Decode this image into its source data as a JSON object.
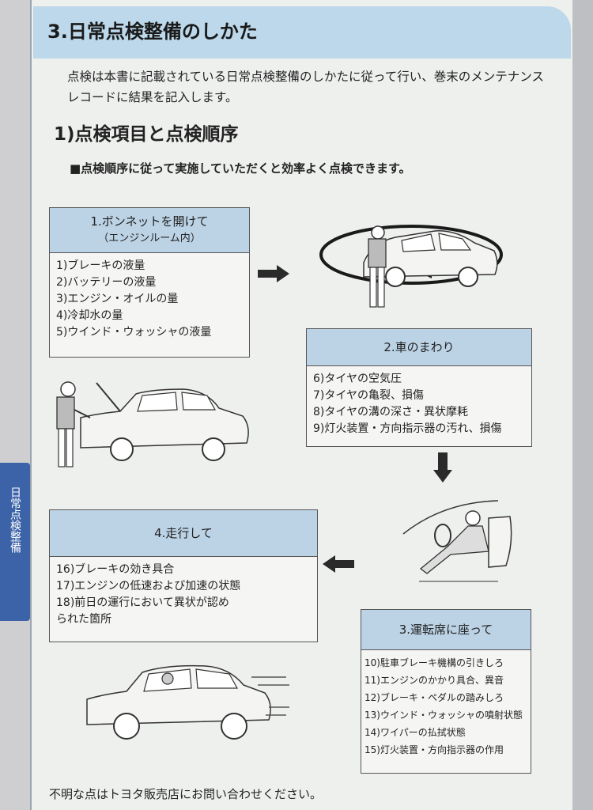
{
  "side_tab": {
    "label": "日常点検整備"
  },
  "section": {
    "title": "3.日常点検整備のしかた"
  },
  "intro": "点検は本書に記載されている日常点検整備のしかたに従って行い、巻末のメンテナンスレコードに結果を記入します。",
  "subsection": {
    "title": "1)点検項目と点検順序"
  },
  "note": "■点検順序に従って実施していただくと効率よく点検できます。",
  "steps": [
    {
      "title": "1.ボンネットを開けて",
      "subtitle": "（エンジンルーム内）",
      "items": [
        "1)ブレーキの液量",
        "2)バッテリーの液量",
        "3)エンジン・オイルの量",
        "4)冷却水の量",
        "5)ウインド・ウォッシャの液量"
      ]
    },
    {
      "title": "2.車のまわり",
      "items": [
        "6)タイヤの空気圧",
        "7)タイヤの亀裂、損傷",
        "8)タイヤの溝の深さ・異状摩耗",
        "9)灯火装置・方向指示器の汚れ、損傷"
      ]
    },
    {
      "title": "3.運転席に座って",
      "items": [
        "10)駐車ブレーキ機構の引きしろ",
        "11)エンジンのかかり具合、異音",
        "12)ブレーキ・ペダルの踏みしろ",
        "13)ウインド・ウォッシャの噴射状態",
        "14)ワイパーの払拭状態",
        "15)灯火装置・方向指示器の作用"
      ]
    },
    {
      "title": "4.走行して",
      "items": [
        "16)ブレーキの効き具合",
        "17)エンジンの低速および加速の状態",
        "18)前日の運行において異状が認められた箇所"
      ]
    }
  ],
  "footer": "不明な点はトヨタ販売店にお問い合わせください。"
}
